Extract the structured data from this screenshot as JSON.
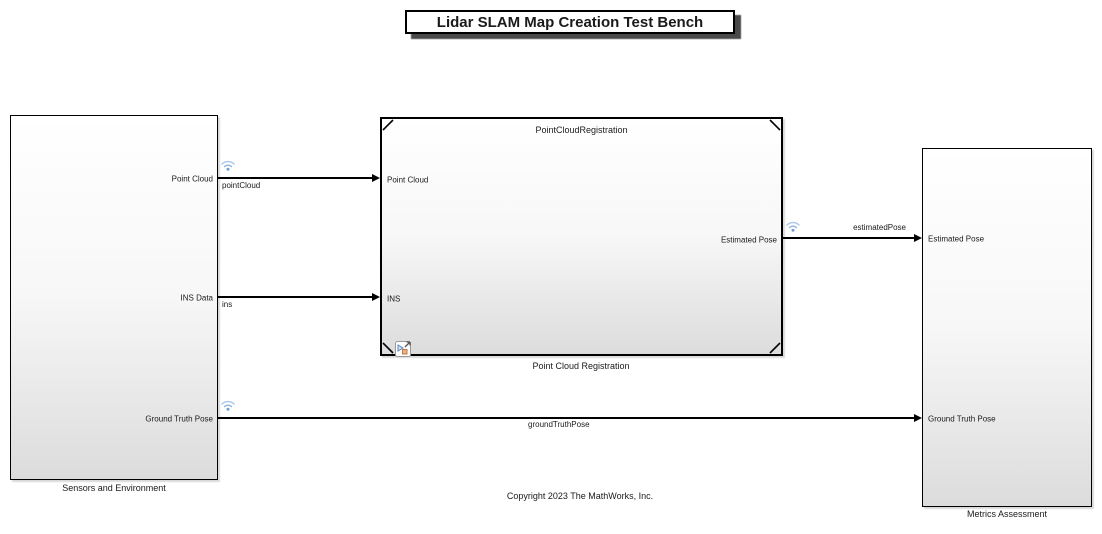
{
  "diagram": {
    "title": "Lidar SLAM Map Creation Test Bench",
    "copyright": "Copyright 2023 The MathWorks, Inc."
  },
  "blocks": {
    "sensors": {
      "label": "Sensors and Environment",
      "ports_out": [
        "Point Cloud",
        "INS Data",
        "Ground Truth Pose"
      ]
    },
    "registration": {
      "header": "PointCloudRegistration",
      "label": "Point Cloud Registration",
      "ports_in": [
        "Point Cloud",
        "INS"
      ],
      "ports_out": [
        "Estimated Pose"
      ],
      "badge_icon": "model-reference-badge"
    },
    "metrics": {
      "label": "Metrics Assessment",
      "ports_in": [
        "Estimated Pose",
        "Ground Truth Pose"
      ]
    }
  },
  "signals": [
    {
      "label": "pointCloud",
      "logged": true
    },
    {
      "label": "ins",
      "logged": false
    },
    {
      "label": "estimatedPose",
      "logged": true
    },
    {
      "label": "groundTruthPose",
      "logged": true
    }
  ],
  "icons": {
    "wireless": "signal-logging-wireless-icon",
    "badge": "model-reference-badge-icon"
  },
  "colors": {
    "background": "#ffffff",
    "block_fill_top": "#ffffff",
    "block_fill_bottom": "#dcdcdc",
    "block_border": "#000000",
    "line": "#000000",
    "wireless_arc": "#8fb6dd",
    "wireless_dot": "#6f9fd8",
    "text": "#1a1a1a",
    "title_shadow": "#3a3a3a"
  }
}
